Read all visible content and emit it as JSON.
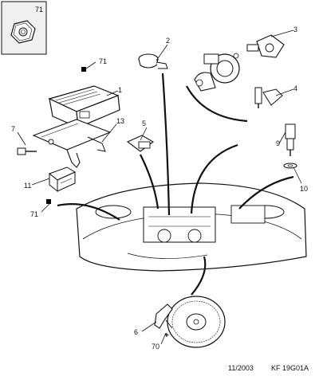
{
  "inset": {
    "ref_label": "71"
  },
  "callouts": {
    "c1": "1",
    "c2": "2",
    "c3": "3",
    "c4": "4",
    "c5": "5",
    "c6": "6",
    "c7": "7",
    "c9": "9",
    "c10": "10",
    "c11": "11",
    "c13": "13",
    "c70": "70",
    "c71a": "71",
    "c71b": "71"
  },
  "footer": {
    "date": "11/2003",
    "code": "KF 19G01A"
  },
  "colors": {
    "line": "#111111",
    "inset_bg": "#f0f0f0",
    "leader_marker": "#000000"
  }
}
